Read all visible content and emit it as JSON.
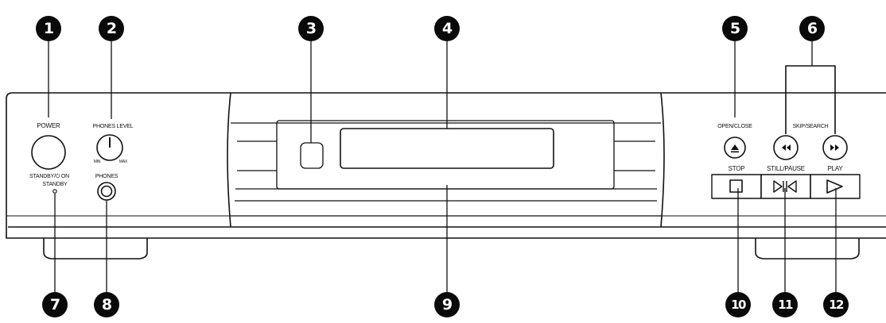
{
  "callouts": [
    "1",
    "2",
    "3",
    "4",
    "5",
    "6",
    "7",
    "8",
    "9",
    "10",
    "11",
    "12"
  ],
  "labels": {
    "power": "POWER",
    "standby_on": "STANDBY/⏻ ON",
    "standby": "STANDBY",
    "phones_level": "PHONES LEVEL",
    "min": "MIN",
    "max": "MAX",
    "phones": "PHONES",
    "open_close": "OPEN/CLOSE",
    "skip_search": "SKIP/SEARCH",
    "stop": "STOP",
    "still_pause": "STILL/PAUSE",
    "play": "PLAY"
  },
  "icons": {
    "open_close": "eject-icon",
    "skip_back": "skip-back-icon",
    "skip_forward": "skip-forward-icon",
    "stop": "stop-icon",
    "still_pause": "still-pause-icon",
    "play": "play-icon"
  }
}
